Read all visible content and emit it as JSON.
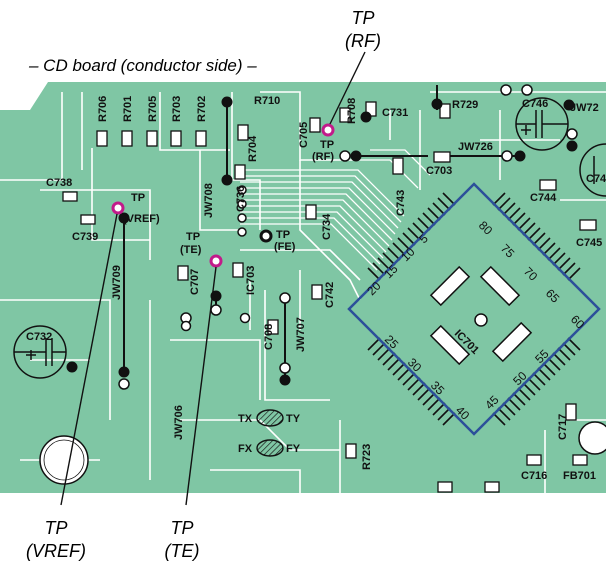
{
  "title": "– CD board (conductor side) –",
  "callouts": {
    "rf": {
      "line1": "TP",
      "line2": "(RF)"
    },
    "vref": {
      "line1": "TP",
      "line2": "(VREF)"
    },
    "te": {
      "line1": "TP",
      "line2": "(TE)"
    }
  },
  "board_labels": {
    "R706": "R706",
    "R701": "R701",
    "R705": "R705",
    "R703": "R703",
    "R702": "R702",
    "R710": "R710",
    "R704": "R704",
    "R708": "R708",
    "C705": "C705",
    "C731": "C731",
    "R729": "R729",
    "C746": "C746",
    "JW72": "JW72",
    "TP_RF_1": "TP",
    "TP_RF_2": "(RF)",
    "JW726": "JW726",
    "C703": "C703",
    "C743": "C743",
    "C744": "C744",
    "C74": "C74",
    "C738": "C738",
    "C739": "C739",
    "TP_VREF_1": "TP",
    "TP_VREF_2": "(VREF)",
    "JW708": "JW708",
    "C736": "C736",
    "TP_TE_1": "TP",
    "TP_TE_2": "(TE)",
    "TP_FE_1": "TP",
    "TP_FE_2": "(FE)",
    "C734": "C734",
    "C745": "C745",
    "C707": "C707",
    "IC703": "IC703",
    "C742": "C742",
    "JW709": "JW709",
    "C708": "C708",
    "JW707": "JW707",
    "C732": "C732",
    "IC701": "IC701",
    "JW706": "JW706",
    "TX": "TX",
    "TY": "TY",
    "FX": "FX",
    "FY": "FY",
    "R723": "R723",
    "C717": "C717",
    "C716": "C716",
    "FB701": "FB701"
  },
  "ic_pins": [
    "5",
    "10",
    "15",
    "20",
    "25",
    "30",
    "35",
    "40",
    "45",
    "50",
    "55",
    "60",
    "65",
    "70",
    "75",
    "80"
  ],
  "colors": {
    "board": "#7fc6a4",
    "trace": "#ffffff",
    "ink": "#111111",
    "ic_outline": "#2c4f9a",
    "testpoint": "#c21a8a"
  }
}
